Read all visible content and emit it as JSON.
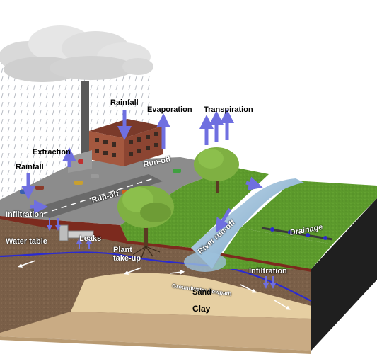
{
  "labels": {
    "rainfall_top": "Rainfall",
    "evaporation": "Evaporation",
    "transpiration": "Transpiration",
    "extraction": "Extraction",
    "rainfall_left": "Rainfall",
    "run_off_upper": "Run-off",
    "run_off_lower": "Run-off",
    "river_run_off": "River run-off",
    "drainage": "Drainage",
    "infiltration_left": "Infiltration",
    "leaks": "Leaks",
    "water_table": "Water table",
    "plant_take_up": "Plant\ntake-up",
    "infiltration_right": "Infiltration",
    "groundwater_flowpath": "Groundwater flowpath",
    "sand": "Sand",
    "clay": "Clay"
  },
  "colors": {
    "arrow": "#6f6fe0",
    "water_table": "#2b2bd0",
    "grass": "#5c9a2c",
    "soil": "#7a5f48",
    "sand": "#e6cfa2",
    "clay": "#c9ab84",
    "river": "#8fb8d8"
  }
}
